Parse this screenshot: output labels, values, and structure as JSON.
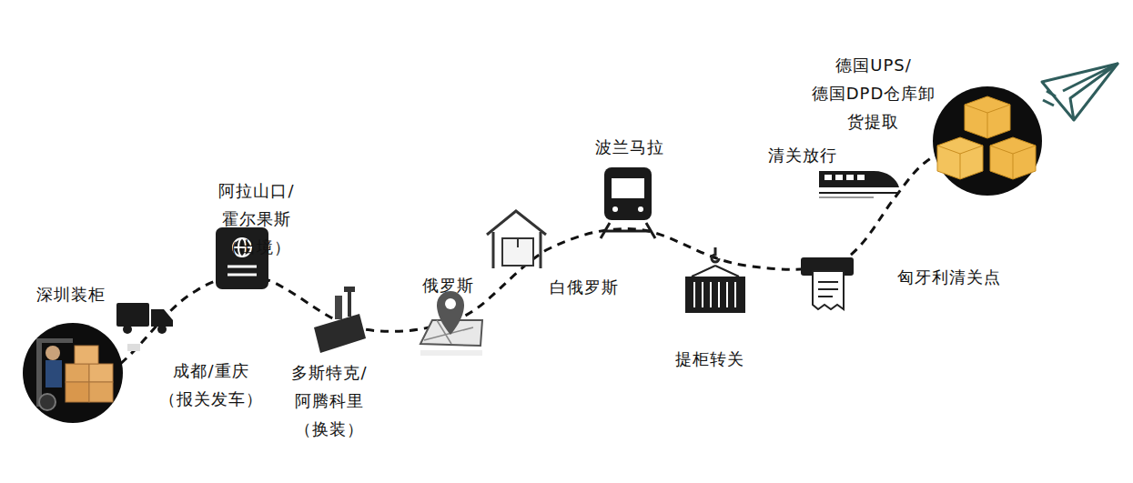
{
  "diagram": {
    "labels": [
      "深圳装柜",
      "成都/重庆 （报关发车）",
      "阿拉山口/霍尔果斯 （出境）",
      "多斯特克/ 阿腾科里 （换装）",
      "俄罗斯",
      "白俄罗斯",
      "波兰马拉",
      "提柜转关",
      "匈牙利清关点",
      "清关放行",
      "德国UPS/德国DPD仓库卸 货提取"
    ]
  }
}
